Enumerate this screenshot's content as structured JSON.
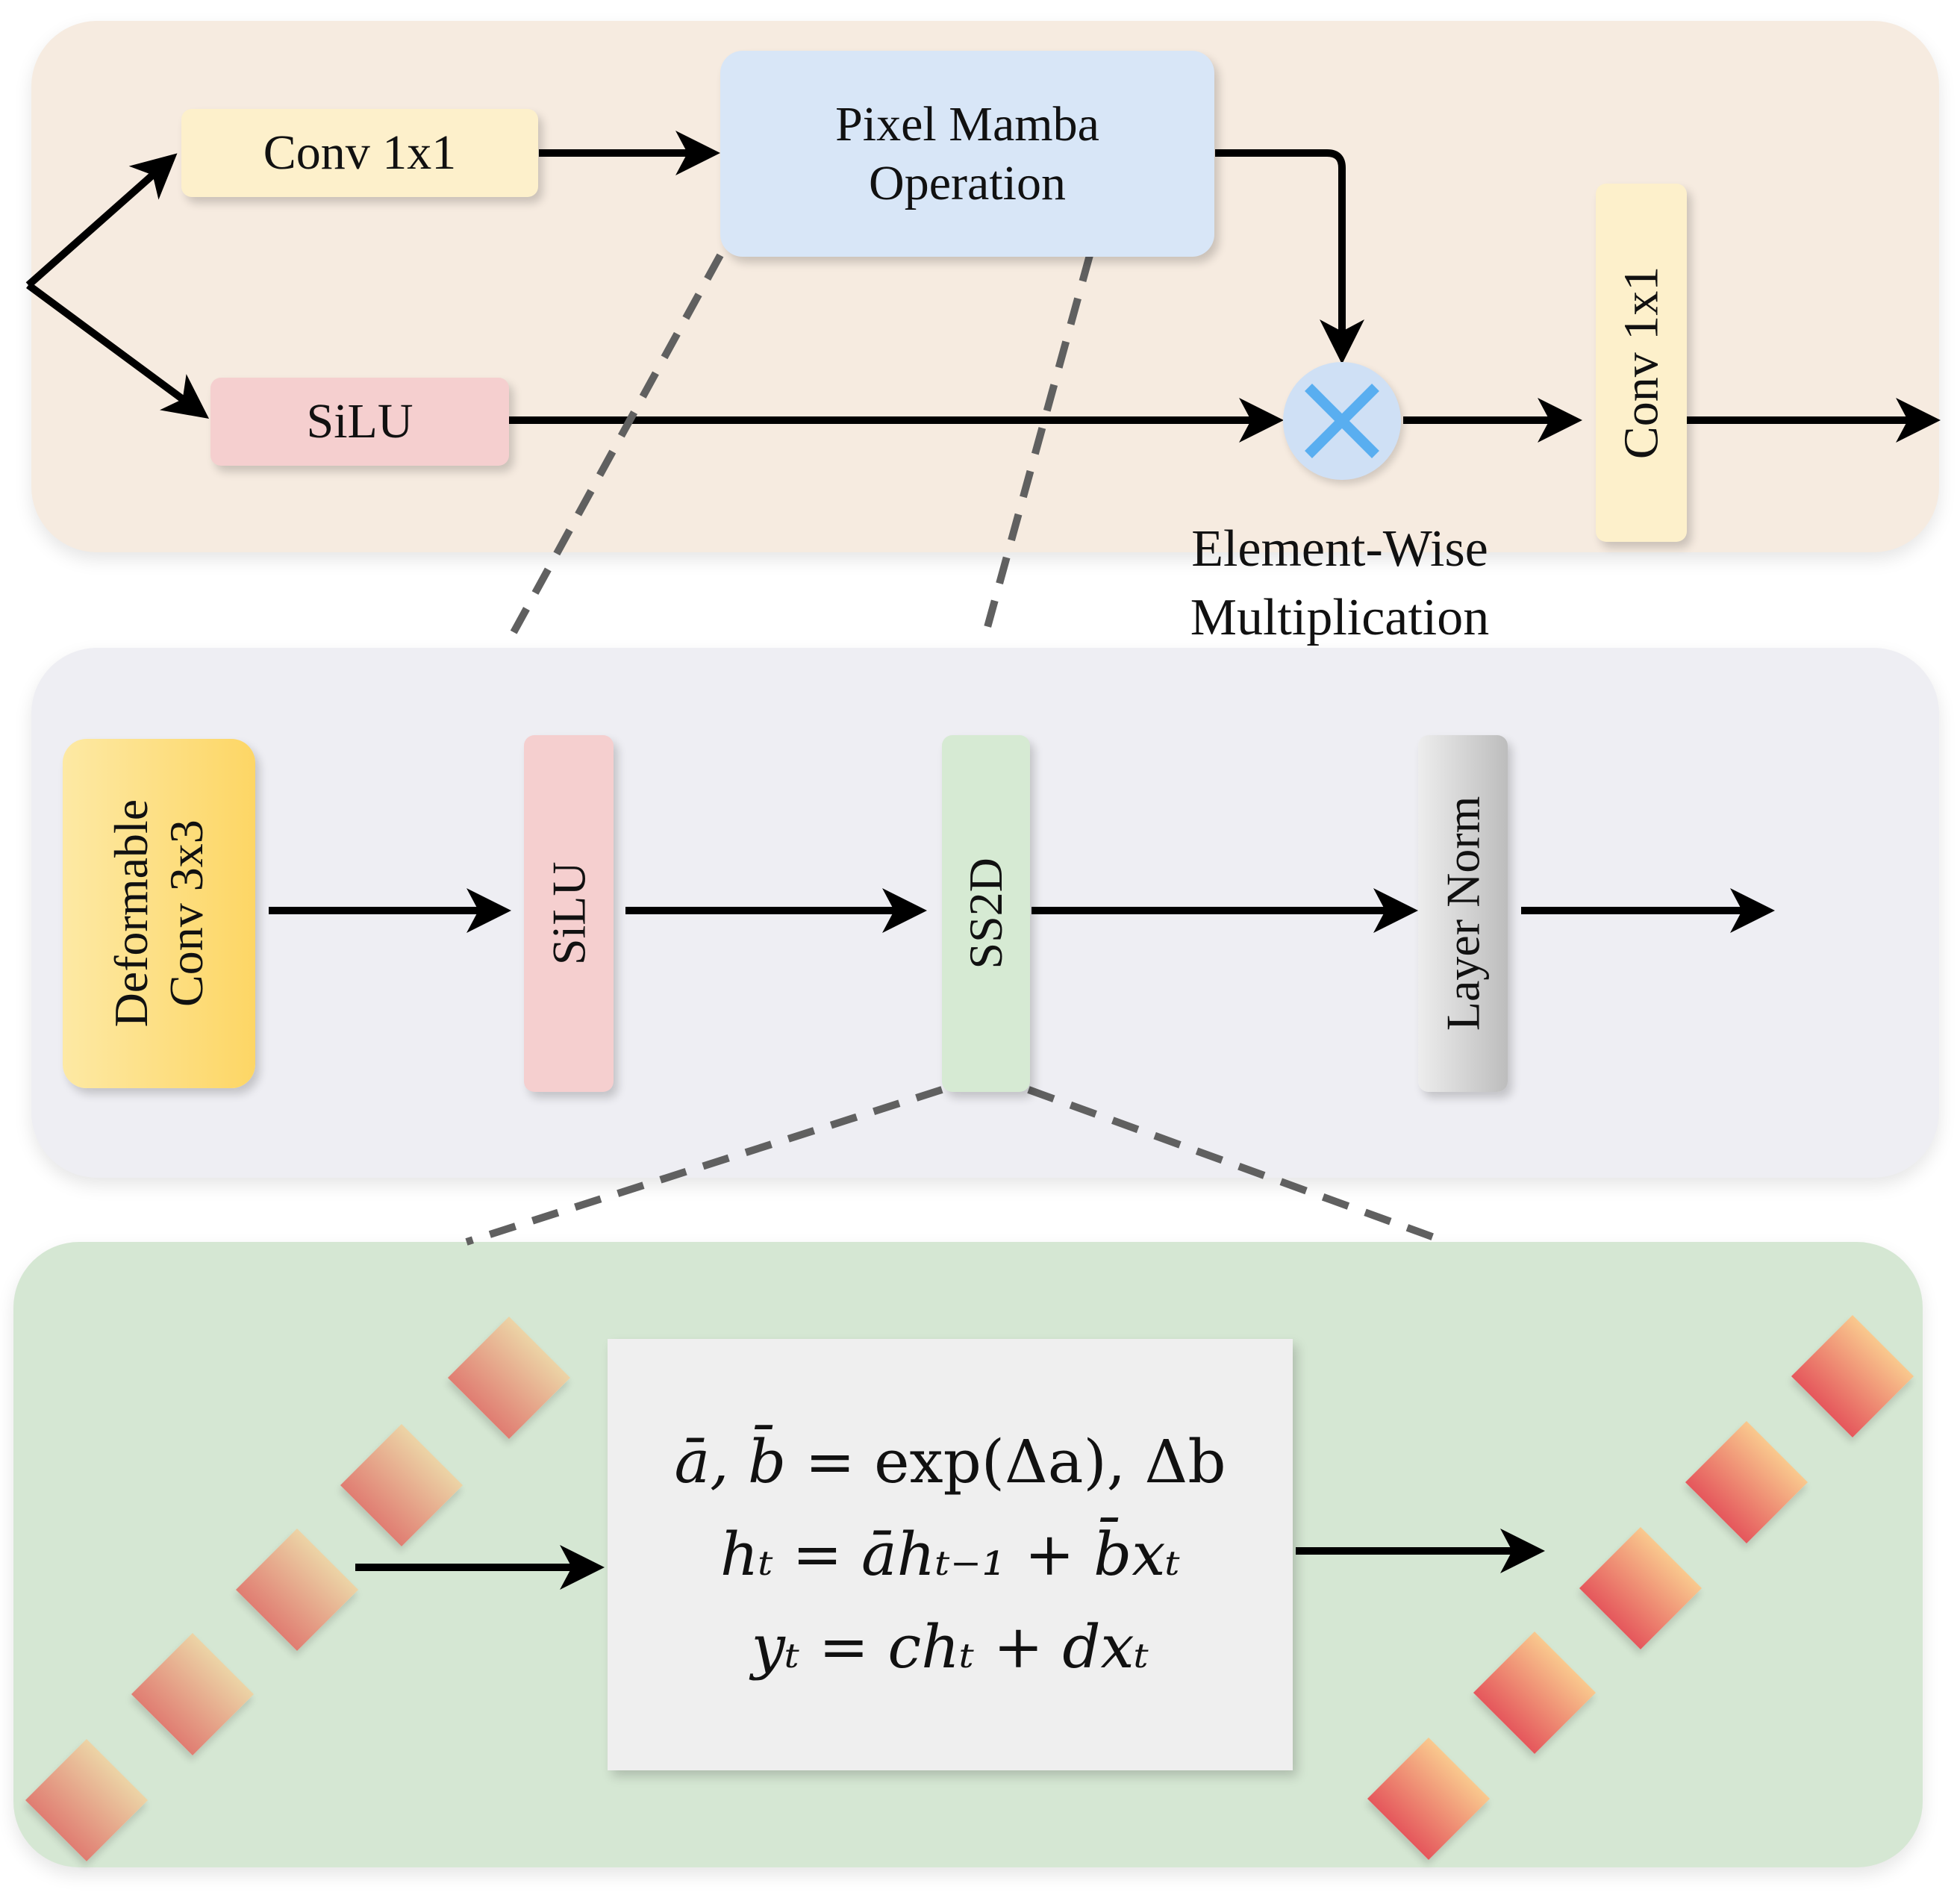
{
  "top": {
    "conv_left": "Conv 1x1",
    "pixel_mamba": [
      "Pixel Mamba",
      "Operation"
    ],
    "silu": "SiLU",
    "conv_right": "Conv 1x1",
    "multiply_symbol": "×",
    "multiply_label": [
      "Element-Wise",
      "Multiplication"
    ]
  },
  "middle": {
    "deformable": [
      "Deformable",
      "Conv 3x3"
    ],
    "silu": "SiLU",
    "ss2d": "SS2D",
    "layer_norm": "Layer Norm"
  },
  "bottom": {
    "equations": {
      "line1": {
        "lhs": "ā, b̄",
        "rhs": "= exp(Δa), Δb"
      },
      "line2": {
        "lhs": "hₜ",
        "rhs": "= āhₜ₋₁ + b̄xₜ"
      },
      "line3": {
        "lhs": "yₜ",
        "rhs": "= chₜ + dxₜ"
      }
    },
    "token_count_left": 5,
    "token_count_right": 5
  },
  "colors": {
    "top_panel": "#f6ebe0",
    "middle_panel": "#eeeef3",
    "bottom_panel": "#d5e7d3",
    "conv_box": "#fdf0cb",
    "pixel_mamba_box": "#d8e6f7",
    "silu_box": "#f5cfcf",
    "ss2d_box": "#d6ead3",
    "multiply_circle": "#cfe0f5",
    "multiply_cross": "#59aef0"
  }
}
